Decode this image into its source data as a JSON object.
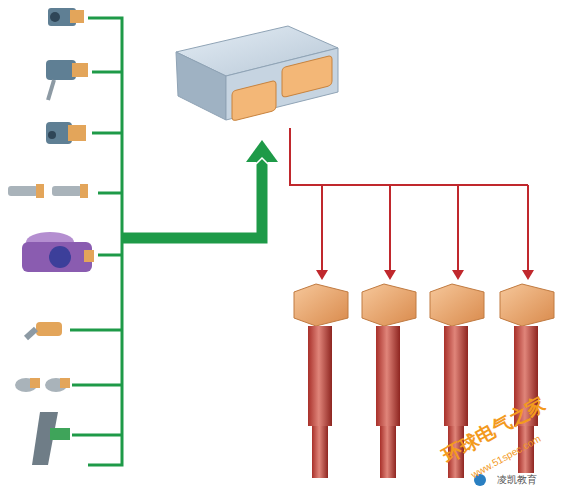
{
  "diagram": {
    "labels": [
      "环球电气之家",
      "www.51spec.com",
      "凌凯教育"
    ]
  }
}
